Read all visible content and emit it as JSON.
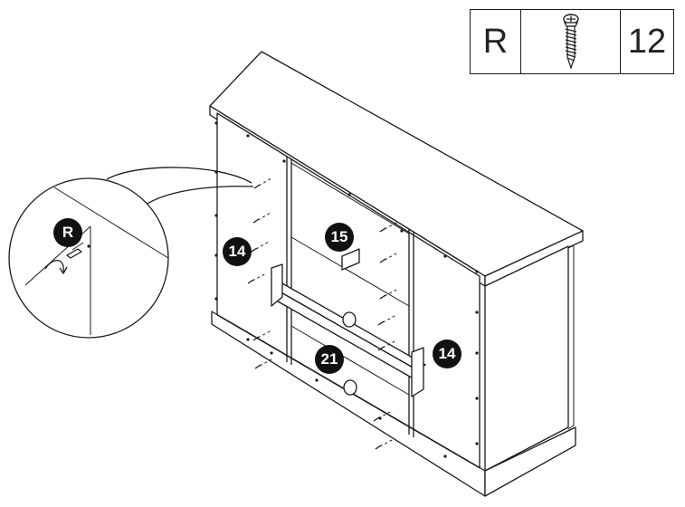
{
  "hardware": {
    "letter": "R",
    "quantity": "12",
    "icon": "screw-icon"
  },
  "callouts": {
    "detail": "R",
    "left_panel": "14",
    "back_upper": "15",
    "back_lower": "21",
    "right_panel": "14"
  }
}
